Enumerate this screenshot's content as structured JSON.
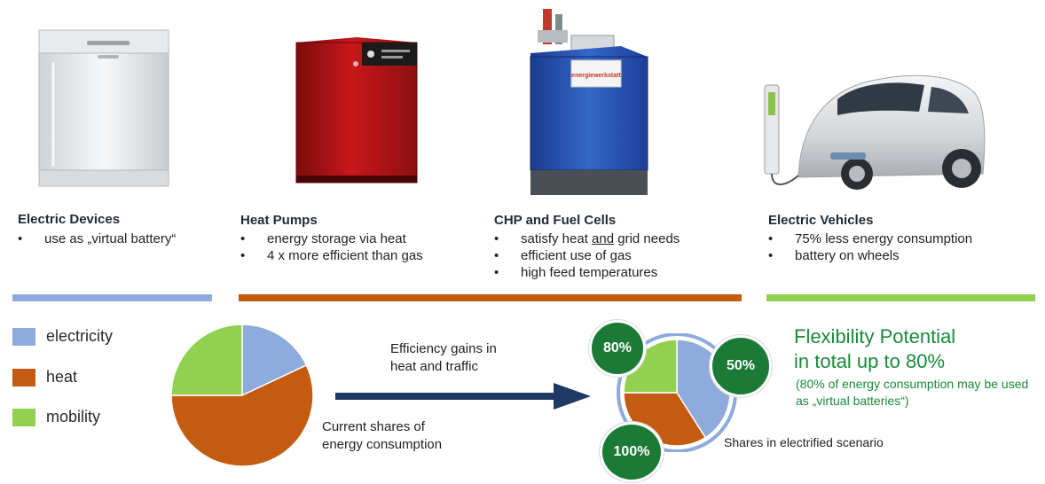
{
  "categories": [
    {
      "id": "electric-devices",
      "title": "Electric Devices",
      "bullets": [
        "use as „virtual battery“"
      ]
    },
    {
      "id": "heat-pumps",
      "title": "Heat Pumps",
      "bullets": [
        "energy storage via heat",
        "4 x more efficient than gas"
      ]
    },
    {
      "id": "chp-fuel-cells",
      "title": "CHP and Fuel Cells",
      "bullets_rich": [
        {
          "pre": "satisfy heat ",
          "u": "and",
          "post": " grid needs"
        },
        {
          "pre": "efficient use of gas",
          "u": "",
          "post": ""
        },
        {
          "pre": "high feed temperatures",
          "u": "",
          "post": ""
        }
      ]
    },
    {
      "id": "electric-vehicles",
      "title": "Electric Vehicles",
      "bullets": [
        "75% less energy consumption",
        "battery on wheels"
      ]
    }
  ],
  "device_label": "energiewerkstatt",
  "colors": {
    "electricity": "#8faadc",
    "heat": "#c55a11",
    "mobility": "#92d050",
    "arrow": "#1f3864",
    "accent_green": "#1a8a3a",
    "badge_green": "#1a7a36"
  },
  "legend": [
    {
      "key": "electricity",
      "label": "electricity"
    },
    {
      "key": "heat",
      "label": "heat"
    },
    {
      "key": "mobility",
      "label": "mobility"
    }
  ],
  "arrow_text": [
    "Efficiency gains in",
    "heat and traffic"
  ],
  "current_caption": [
    "Current shares of",
    "energy consumption"
  ],
  "scenario_caption": "Shares in electrified scenario",
  "badges": {
    "mobility": "80%",
    "electricity": "50%",
    "heat": "100%"
  },
  "flex": {
    "title_lines": [
      "Flexibility Potential",
      "in total up to 80%"
    ],
    "note": "(80% of energy consumption may be used as „virtual batteries“)"
  },
  "chart_data": [
    {
      "type": "pie",
      "categories": [
        "electricity",
        "heat",
        "mobility"
      ],
      "values": [
        18,
        57,
        25
      ]
    },
    {
      "type": "pie",
      "categories": [
        "electricity",
        "heat",
        "mobility"
      ],
      "values": [
        41,
        34,
        25
      ]
    }
  ]
}
